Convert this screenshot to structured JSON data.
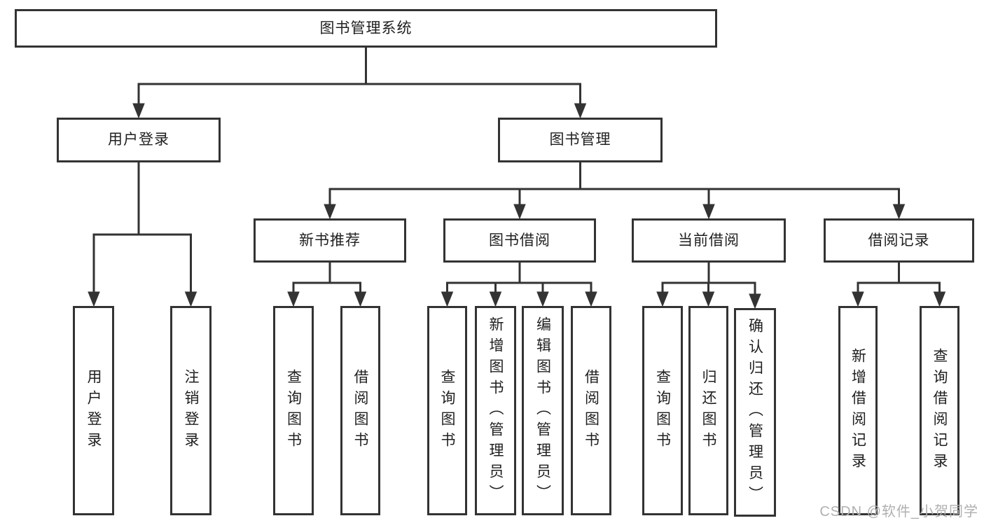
{
  "diagram_title": "图书管理系统",
  "tree": {
    "label": "图书管理系统",
    "children": [
      {
        "label": "用户登录",
        "children": [
          {
            "label": "用户登录"
          },
          {
            "label": "注销登录"
          }
        ]
      },
      {
        "label": "图书管理",
        "children": [
          {
            "label": "新书推荐",
            "children": [
              {
                "label": "查询图书"
              },
              {
                "label": "借阅图书"
              }
            ]
          },
          {
            "label": "图书借阅",
            "children": [
              {
                "label": "查询图书"
              },
              {
                "label": "新增图书（管理员）"
              },
              {
                "label": "编辑图书（管理员）"
              },
              {
                "label": "借阅图书"
              }
            ]
          },
          {
            "label": "当前借阅",
            "children": [
              {
                "label": "查询图书"
              },
              {
                "label": "归还图书"
              },
              {
                "label": "确认归还（管理员）"
              }
            ]
          },
          {
            "label": "借阅记录",
            "children": [
              {
                "label": "新增借阅记录"
              },
              {
                "label": "查询借阅记录"
              }
            ]
          }
        ]
      }
    ]
  },
  "watermark": "CSDN @软件_小贺同学",
  "colors": {
    "line": "#333333",
    "box_border": "#333333",
    "text": "#1f1f1f",
    "watermark": "#b0b0b0",
    "background": "#ffffff"
  }
}
